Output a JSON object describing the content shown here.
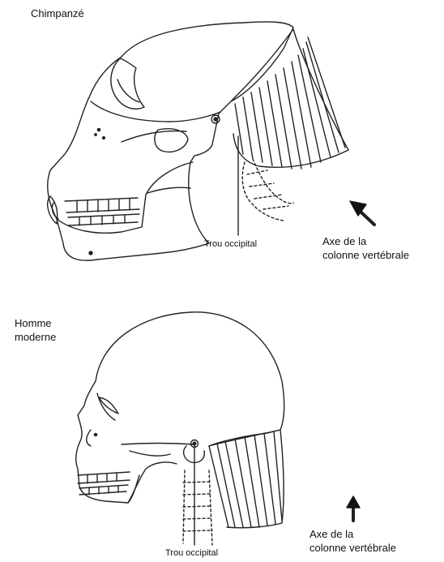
{
  "chimpanzee": {
    "title": "Chimpanzé",
    "foramen_label": "Trou occipital",
    "axis_label": "Axe de la\ncolonne vertébrale"
  },
  "human": {
    "title": "Homme\nmoderne",
    "foramen_label": "Trou occipital",
    "axis_label": "Axe de la\ncolonne vertébrale"
  }
}
